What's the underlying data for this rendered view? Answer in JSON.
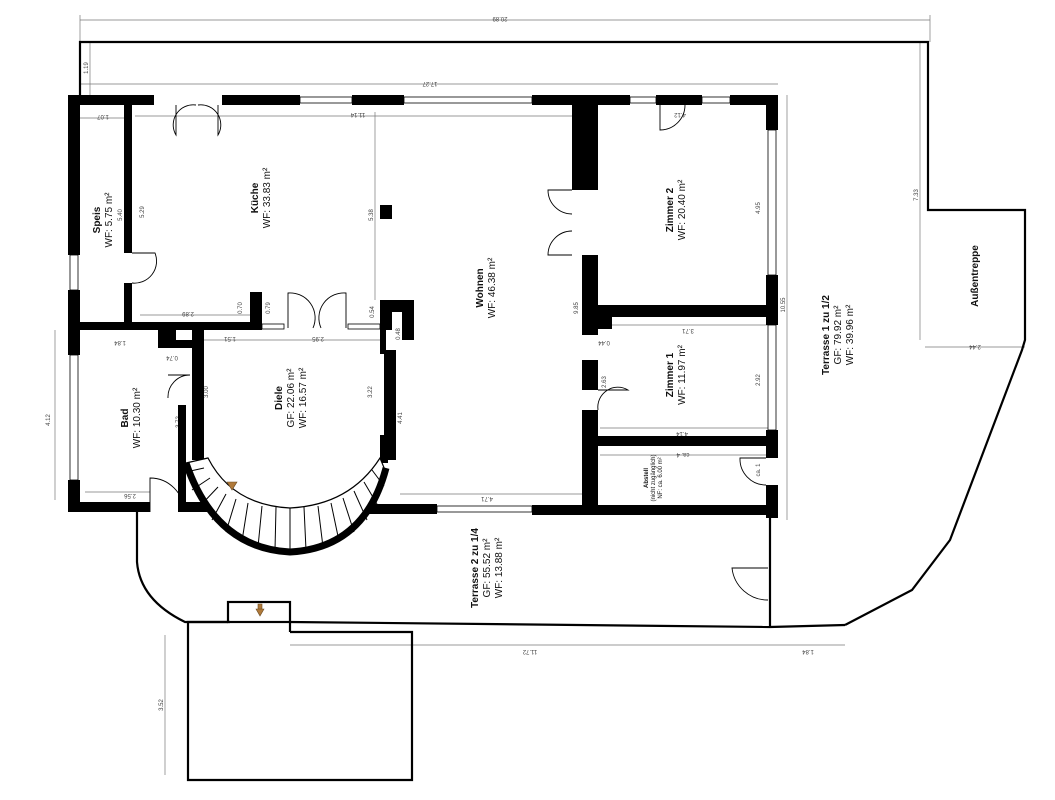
{
  "rooms": {
    "speis": {
      "name": "Speis",
      "wf": "WF: 5.75 m²"
    },
    "kueche": {
      "name": "Küche",
      "wf": "WF: 33.83 m²"
    },
    "wohnen": {
      "name": "Wohnen",
      "wf": "WF: 46.38 m²"
    },
    "zimmer2": {
      "name": "Zimmer 2",
      "wf": "WF: 20.40 m²"
    },
    "zimmer1": {
      "name": "Zimmer 1",
      "wf": "WF: 11.97 m²"
    },
    "bad": {
      "name": "Bad",
      "wf": "WF: 10.30 m²"
    },
    "diele": {
      "name": "Diele",
      "gf": "GF: 22.06 m²",
      "wf": "WF: 16.57 m²"
    },
    "abstell": {
      "name": "Abstell",
      "note": "(nicht zugänglich)",
      "nf": "NF: ca. 6.00 m²"
    },
    "terrasse1": {
      "name": "Terrasse 1 zu 1/2",
      "gf": "GF: 79.92 m²",
      "wf": "WF: 39.96 m²"
    },
    "terrasse2": {
      "name": "Terrasse 2 zu 1/4",
      "gf": "GF: 55.52 m²",
      "wf": "WF: 13.88 m²"
    },
    "aussentreppe": {
      "name": "Außentreppe"
    }
  },
  "dimensions": {
    "overall_width": "20.89",
    "top_offset": "1.19",
    "house_width": "17.27",
    "speis_width": "1.07",
    "kueche_width": "11.14",
    "zimmer2_door": "4.12",
    "terrace_depth": "7.33",
    "stair_width": "2.44",
    "house_depth": "10.55",
    "zimmer2_height": "4.95",
    "wohnen_height": "9.85",
    "speis_height": "5.40",
    "kueche_height": "5.29",
    "wall_a": "2.89",
    "wall_b": "0.70",
    "wall_c": "0.79",
    "wall_d": "0.54",
    "wohnen_depth": "5.38",
    "diele_width": "2.95",
    "diele_offset": "1.51",
    "bad_width": "1.84",
    "bad_offset": "0.74",
    "bad_height": "4.12",
    "bad_inner": "3.72",
    "bad_bottom": "2.56",
    "diele_height": "3.00",
    "diele_right": "3.22",
    "wohnen_lower": "4.41",
    "wohnen_bottom": "4.71",
    "gap_a": "0.48",
    "gap_b": "0.44",
    "zimmer1_width": "3.71",
    "zimmer1_left": "2.63",
    "zimmer1_height": "2.92",
    "zimmer1_bottom": "4.14",
    "abstell_width": "ca. 4",
    "abstell_height": "ca. 1",
    "terrace2_width": "11.72",
    "terrace_right": "1.84",
    "lower_depth": "3.52"
  }
}
